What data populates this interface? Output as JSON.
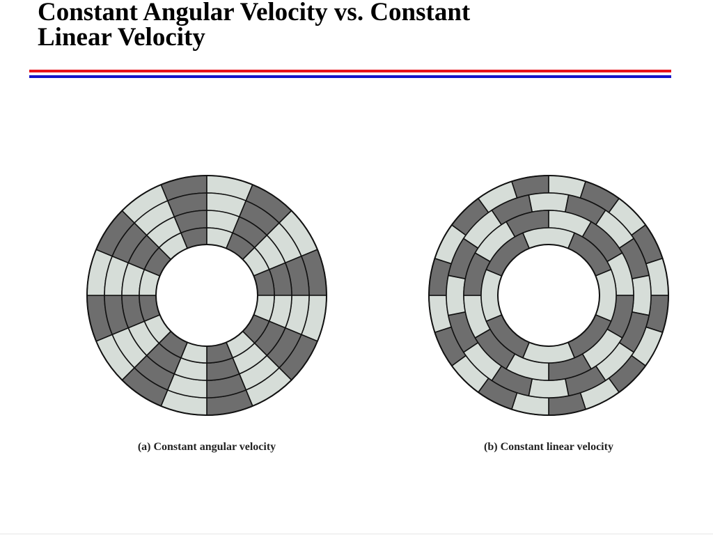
{
  "slide": {
    "title_line1": "Constant Angular Velocity vs. Constant",
    "title_line2": "Linear Velocity"
  },
  "colors": {
    "dark_sector": "#6e6e6e",
    "light_sector": "#d6ddd8",
    "outline": "#111111",
    "rule_red": "#e8141b",
    "rule_blue": "#1515c8"
  },
  "figures": [
    {
      "id": "cav",
      "caption": "(a) Constant angular velocity",
      "tracks": 4,
      "sectors_per_track": [
        16,
        16,
        16,
        16
      ],
      "pattern": "alternating-wedges"
    },
    {
      "id": "clv",
      "caption": "(b) Constant linear velocity",
      "tracks": 4,
      "sectors_per_track": [
        20,
        16,
        12,
        8
      ],
      "pattern": "alternating-per-track"
    }
  ]
}
